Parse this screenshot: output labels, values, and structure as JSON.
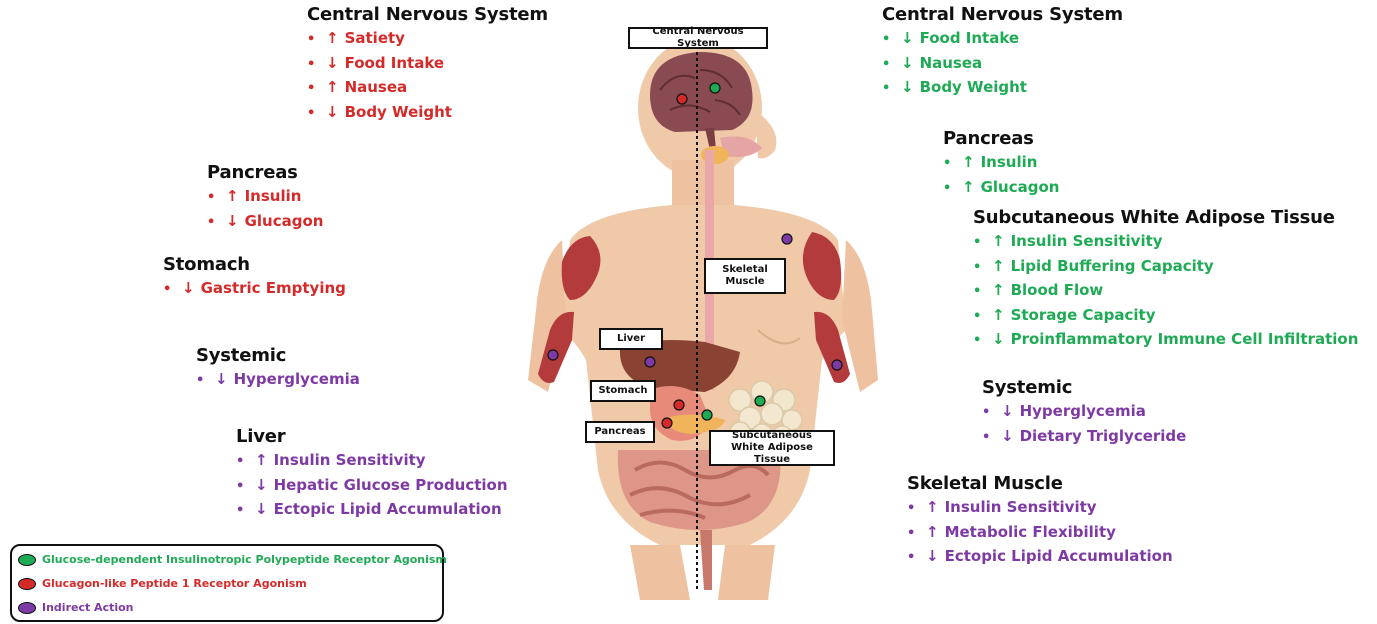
{
  "colors": {
    "glp1": "#d42a2a",
    "gip": "#1faa55",
    "indirect": "#7e3aa4",
    "skin": "#f0c9a9",
    "muscle": "#b43b3b"
  },
  "left": {
    "cns": {
      "title": "Central Nervous System",
      "items": [
        {
          "arrow": "↑",
          "text": "Satiety"
        },
        {
          "arrow": "↓",
          "text": "Food Intake"
        },
        {
          "arrow": "↑",
          "text": "Nausea"
        },
        {
          "arrow": "↓",
          "text": "Body Weight"
        }
      ]
    },
    "pancreas": {
      "title": "Pancreas",
      "items": [
        {
          "arrow": "↑",
          "text": "Insulin"
        },
        {
          "arrow": "↓",
          "text": "Glucagon"
        }
      ]
    },
    "stomach": {
      "title": "Stomach",
      "items": [
        {
          "arrow": "↓",
          "text": "Gastric Emptying"
        }
      ]
    },
    "systemic": {
      "title": "Systemic",
      "items": [
        {
          "arrow": "↓",
          "text": "Hyperglycemia"
        }
      ]
    },
    "liver": {
      "title": "Liver",
      "items": [
        {
          "arrow": "↑",
          "text": "Insulin Sensitivity"
        },
        {
          "arrow": "↓",
          "text": "Hepatic Glucose Production"
        },
        {
          "arrow": "↓",
          "text": "Ectopic Lipid Accumulation"
        }
      ]
    }
  },
  "right": {
    "cns": {
      "title": "Central Nervous System",
      "items": [
        {
          "arrow": "↓",
          "text": "Food Intake"
        },
        {
          "arrow": "↓",
          "text": "Nausea"
        },
        {
          "arrow": "↓",
          "text": "Body Weight"
        }
      ]
    },
    "pancreas": {
      "title": "Pancreas",
      "items": [
        {
          "arrow": "↑",
          "text": "Insulin"
        },
        {
          "arrow": "↑",
          "text": "Glucagon"
        }
      ]
    },
    "swat": {
      "title": "Subcutaneous White Adipose Tissue",
      "items": [
        {
          "arrow": "↑",
          "text": "Insulin Sensitivity"
        },
        {
          "arrow": "↑",
          "text": "Lipid Buffering Capacity"
        },
        {
          "arrow": "↑",
          "text": "Blood Flow"
        },
        {
          "arrow": "↑",
          "text": "Storage Capacity"
        },
        {
          "arrow": "↓",
          "text": "Proinflammatory Immune Cell Infiltration"
        }
      ]
    },
    "systemic": {
      "title": "Systemic",
      "items": [
        {
          "arrow": "↓",
          "text": "Hyperglycemia"
        },
        {
          "arrow": "↓",
          "text": "Dietary Triglyceride"
        }
      ]
    },
    "muscle": {
      "title": "Skeletal Muscle",
      "items": [
        {
          "arrow": "↑",
          "text": "Insulin Sensitivity"
        },
        {
          "arrow": "↑",
          "text": "Metabolic Flexibility"
        },
        {
          "arrow": "↓",
          "text": "Ectopic Lipid Accumulation"
        }
      ]
    }
  },
  "figure_labels": {
    "cns": "Central Nervous System",
    "muscle": "Skeletal Muscle",
    "liver": "Liver",
    "stomach": "Stomach",
    "pancreas": "Pancreas",
    "swat": "Subcutaneous White Adipose Tissue"
  },
  "legend": {
    "gip": "Glucose-dependent Insulinotropic Polypeptide Receptor Agonism",
    "glp1": "Glucagon-like Peptide 1 Receptor Agonism",
    "indirect": "Indirect Action"
  }
}
